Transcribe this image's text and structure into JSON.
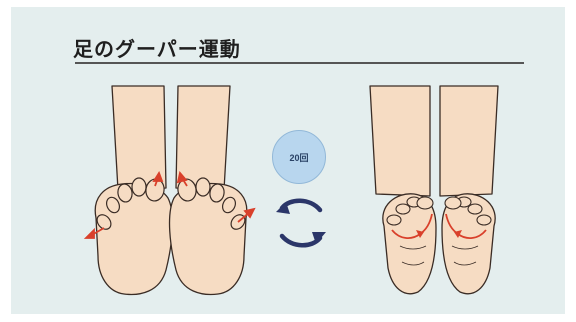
{
  "header": {
    "title": "足のグーパー運動"
  },
  "badge": {
    "reps_label": "20回"
  },
  "illustration": {
    "left": "feet-open-paa",
    "right": "feet-closed-guu",
    "cycle_icon": "rotate-arrows-icon",
    "colors": {
      "skin": "#f6dcc3",
      "outline": "#3a2c25",
      "arrow": "#d9402b",
      "cycle": "#2b3669",
      "badge": "#b8d6ee"
    }
  }
}
